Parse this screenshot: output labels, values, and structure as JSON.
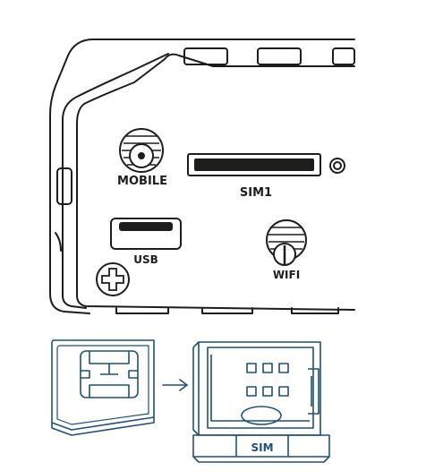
{
  "labels": {
    "mobile": "MOBILE",
    "sim1": "SIM1",
    "usb": "USB",
    "wifi": "WIFI",
    "sim_tray": "SIM"
  },
  "colors": {
    "device_stroke": "#1d1d1b",
    "sim_stroke": "#1f4f7a",
    "background": "#ffffff"
  },
  "icons": {
    "arrow": "right-arrow-icon",
    "screw": "phillips-screw-icon"
  }
}
